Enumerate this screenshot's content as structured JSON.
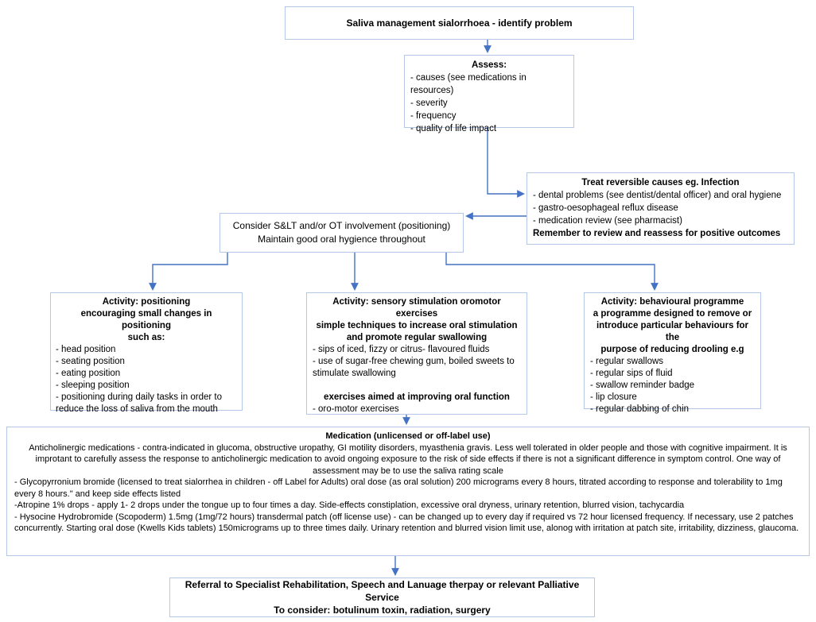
{
  "colors": {
    "background": "#ffffff",
    "box_border": "#b4c7e7",
    "arrow": "#4472c4",
    "text": "#000000"
  },
  "flowchart": {
    "identify": {
      "title": "Saliva management sialorrhoea - identify problem"
    },
    "assess": {
      "title": "Assess:",
      "items": [
        "- causes (see medications in resources)",
        "- severity",
        "- frequency",
        "- quality of life impact"
      ]
    },
    "treat": {
      "title": "Treat reversible causes eg. Infection",
      "items": [
        "- dental problems (see dentist/dental officer) and oral hygiene",
        "- gastro-oesophageal reflux disease",
        "- medication review (see pharmacist)"
      ],
      "footer": "Remember to review and reassess for positive outcomes"
    },
    "consider": {
      "lines": [
        "Consider S&LT and/or OT involvement (positioning)",
        "Maintain good oral hygience throughout"
      ]
    },
    "activity_positioning": {
      "title_lines": [
        "Activity: positioning",
        "encouraging small changes in positioning",
        "such as:"
      ],
      "items": [
        "- head position",
        "- seating position",
        "- eating position",
        "- sleeping position",
        "- positioning during daily tasks in order to reduce the loss of saliva from the mouth"
      ]
    },
    "activity_sensory": {
      "title_lines": [
        "Activity: sensory stimulation oromotor exercises",
        "simple techniques to increase oral stimulation",
        "and promote regular swallowing"
      ],
      "items": [
        "- sips of iced, fizzy or citrus- flavoured fluids",
        "- use of sugar-free chewing gum, boiled sweets to stimulate swallowing"
      ],
      "subtitle": "exercises aimed at improving oral function",
      "items2": [
        "- oro-motor exercises"
      ]
    },
    "activity_behavioural": {
      "title_lines": [
        "Activity: behavioural programme",
        "a programme designed to remove or",
        "introduce particular behaviours for the",
        "purpose of reducing drooling e.g"
      ],
      "items": [
        "- regular swallows",
        "- regular sips of fluid",
        "- swallow reminder badge",
        "- lip closure",
        "- regular dabbing of chin"
      ]
    },
    "medication": {
      "title": "Medication (unlicensed or off-label use)",
      "paragraph": "Anticholinergic medications - contra-indicated in glucoma, obstructive uropathy, GI motility disorders, myasthenia gravis.  Less well tolerated in older people and those with cognitive impairment. It is improtant to carefully assess the response to anticholinergic medication to avoid ongoing exposure to the risk of side effects if there is not a significant difference in symptom control. One way of assessment may be to use the saliva rating scale",
      "bullets": [
        "- Glycopyrronium bromide (licensed to treat sialorrhea in children - off Label for Adults) oral dose (as oral solution) 200 micrograms every 8 hours, titrated according to response and tolerability to 1mg every 8 hours.\" and keep side effects listed",
        "-Atropine 1% drops - apply 1- 2 drops under the tongue up to four times a day.  Side-effects constiplation, excessive oral dryness, urinary retention, blurred vision, tachycardia",
        "- Hysocine Hydrobromide (Scopoderm) 1.5mg (1mg/72 hours) transdermal patch (off license use) - can be changed up to every day if required vs 72 hour licensed frequency. If necessary, use 2 patches concurrently. Starting oral dose (Kwells Kids tablets) 150micrograms up to three times daily.  Urinary retention and blurred vision limit use, alonog with irritation at patch site, irritability, dizziness, glaucoma."
      ]
    },
    "referral": {
      "lines": [
        "Referral to Specialist Rehabilitation, Speech and Lanuage therpay or relevant Palliative Service",
        "To consider: botulinum toxin, radiation, surgery"
      ]
    }
  }
}
